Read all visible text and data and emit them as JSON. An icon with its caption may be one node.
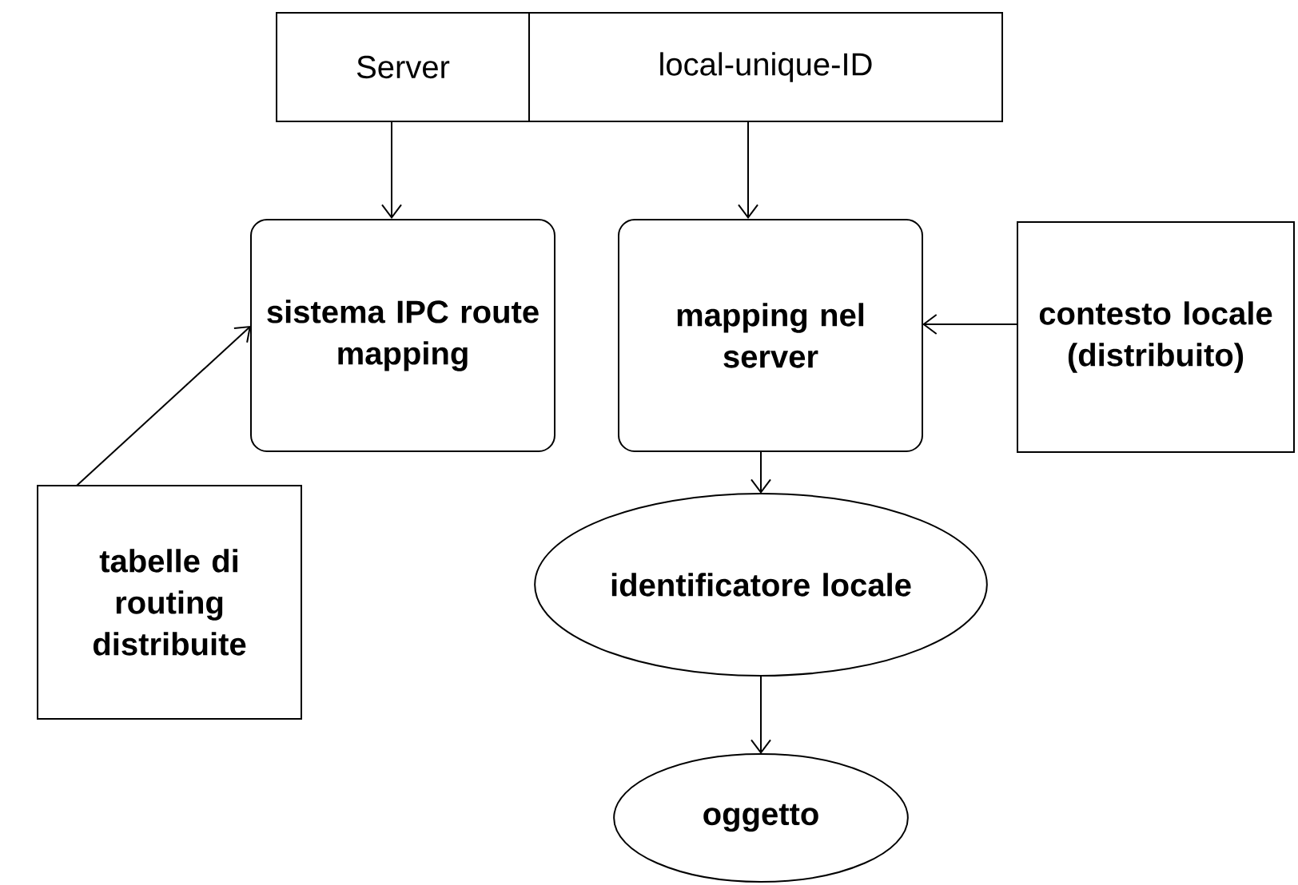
{
  "diagram": {
    "nodes": [
      {
        "text": [
          "Server"
        ]
      },
      {
        "text": [
          "local-unique-ID"
        ]
      },
      {
        "text": [
          "sistema IPC route mapping"
        ]
      },
      {
        "text": [
          "mapping nel server"
        ]
      },
      {
        "text": [
          "contesto locale (distribuito)"
        ]
      },
      {
        "text": [
          "tabelle di routing distribuite"
        ]
      },
      {
        "text": [
          "identificatore locale"
        ]
      },
      {
        "text": [
          "oggetto"
        ]
      }
    ],
    "edges": [
      {
        "from": 0,
        "to": 2,
        "arrow": "to"
      },
      {
        "from": 1,
        "to": 3,
        "arrow": "to"
      },
      {
        "from": 4,
        "to": 3,
        "arrow": "to"
      },
      {
        "from": 5,
        "to": 2,
        "arrow": "to"
      },
      {
        "from": 3,
        "to": 6,
        "arrow": "to"
      },
      {
        "from": 6,
        "to": 7,
        "arrow": "to"
      }
    ]
  }
}
